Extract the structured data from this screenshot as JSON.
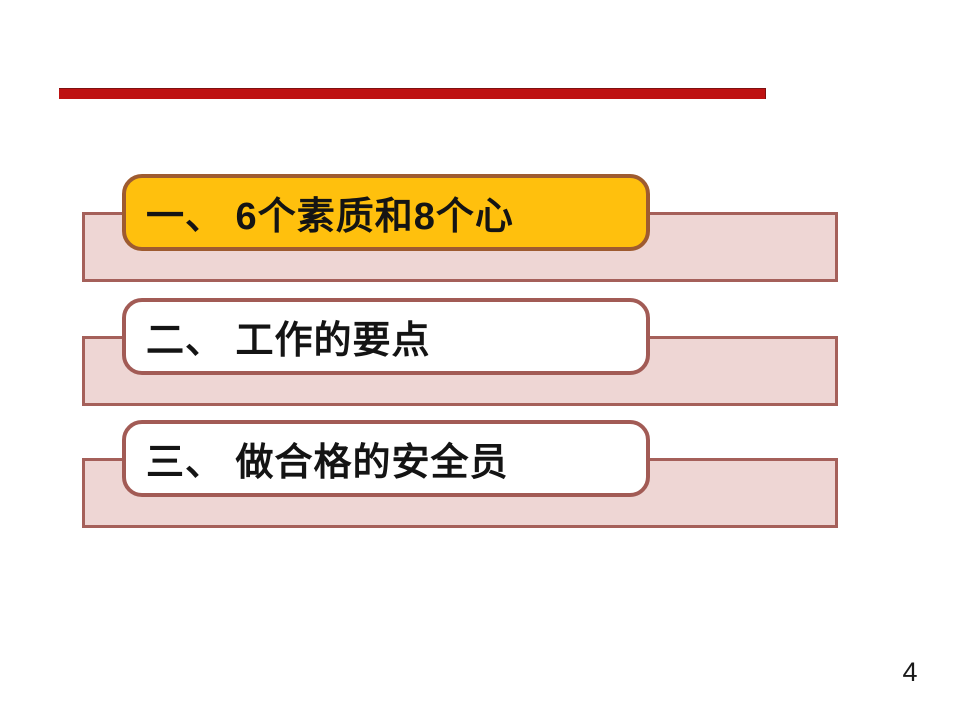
{
  "slide": {
    "page_number": "4",
    "items": [
      {
        "label": "一、 6个素质和8个心",
        "variant": "highlight"
      },
      {
        "label": "二、 工作的要点",
        "variant": "normal"
      },
      {
        "label": "三、 做合格的安全员",
        "variant": "normal"
      }
    ],
    "colors": {
      "accent_bar": "#BE1212",
      "highlight_fill": "#FFC00D",
      "highlight_border": "#9E5B30",
      "normal_border": "#A25B55",
      "shadow_fill": "#EED6D4",
      "shadow_border": "#A5605A"
    }
  }
}
